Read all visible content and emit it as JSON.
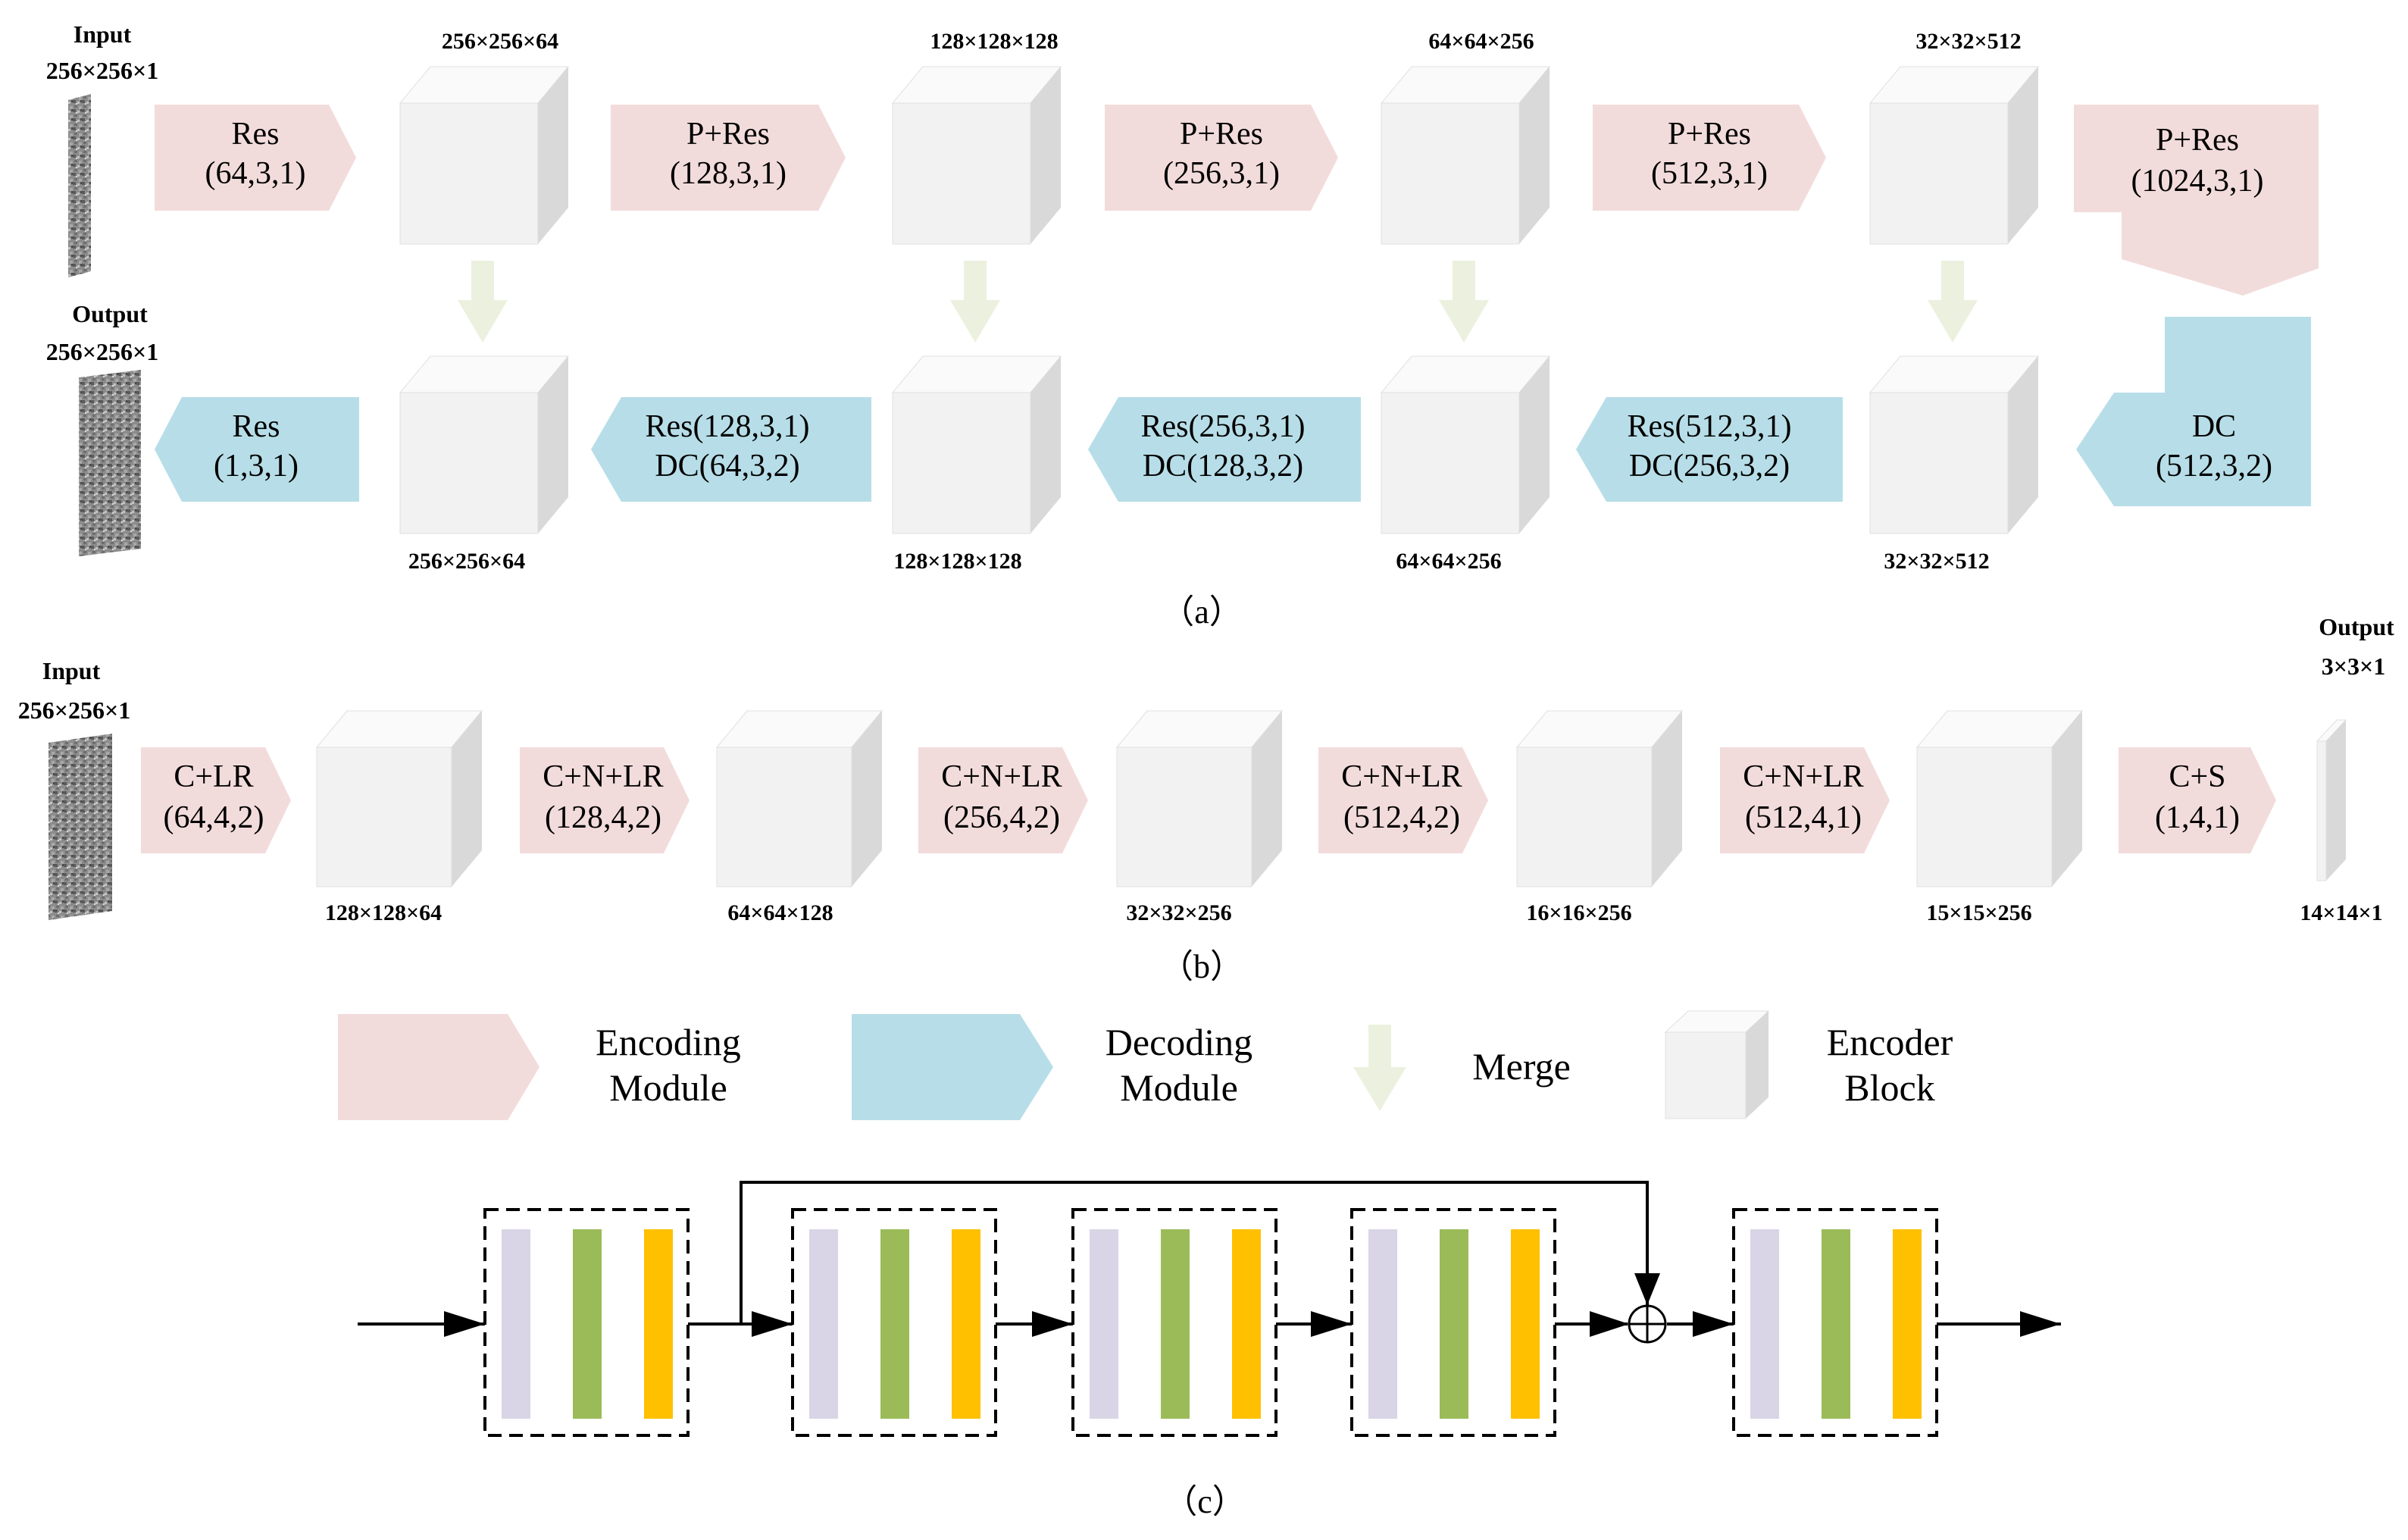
{
  "colors": {
    "encoding": "#f2dcdb",
    "decoding": "#b7dee8",
    "merge": "#ebf1de",
    "cube_front": "#f2f2f2",
    "cube_side": "#d9d9d9",
    "cube_top": "#fafafa",
    "layer_lavender": "#d9d4e6",
    "layer_green": "#9bbb59",
    "layer_yellow": "#ffc000"
  },
  "a": {
    "input_label": "Input",
    "input_dim": "256×256×1",
    "output_label": "Output",
    "output_dim": "256×256×1",
    "enc_modules": [
      {
        "l1": "Res",
        "l2": "(64,3,1)"
      },
      {
        "l1": "P+Res",
        "l2": "(128,3,1)"
      },
      {
        "l1": "P+Res",
        "l2": "(256,3,1)"
      },
      {
        "l1": "P+Res",
        "l2": "(512,3,1)"
      },
      {
        "l1": "P+Res",
        "l2": "(1024,3,1)"
      }
    ],
    "enc_dims": [
      "256×256×64",
      "128×128×128",
      "64×64×256",
      "32×32×512"
    ],
    "dec_modules": [
      {
        "l1": "Res",
        "l2": "(1,3,1)"
      },
      {
        "l1": "Res(128,3,1)",
        "l2": "DC(64,3,2)"
      },
      {
        "l1": "Res(256,3,1)",
        "l2": "DC(128,3,2)"
      },
      {
        "l1": "Res(512,3,1)",
        "l2": "DC(256,3,2)"
      },
      {
        "l1": "DC",
        "l2": "(512,3,2)"
      }
    ],
    "dec_dims": [
      "256×256×64",
      "128×128×128",
      "64×64×256",
      "32×32×512"
    ],
    "caption": "（a）"
  },
  "b": {
    "input_label": "Input",
    "input_dim": "256×256×1",
    "output_label": "Output",
    "output_dim": "3×3×1",
    "modules": [
      {
        "l1": "C+LR",
        "l2": "(64,4,2)"
      },
      {
        "l1": "C+N+LR",
        "l2": "(128,4,2)"
      },
      {
        "l1": "C+N+LR",
        "l2": "(256,4,2)"
      },
      {
        "l1": "C+N+LR",
        "l2": "(512,4,2)"
      },
      {
        "l1": "C+N+LR",
        "l2": "(512,4,1)"
      },
      {
        "l1": "C+S",
        "l2": "(1,4,1)"
      }
    ],
    "dims": [
      "128×128×64",
      "64×64×128",
      "32×32×256",
      "16×16×256",
      "15×15×256",
      "14×14×1"
    ],
    "caption": "（b）"
  },
  "legend": {
    "encoding_l1": "Encoding",
    "encoding_l2": "Module",
    "decoding_l1": "Decoding",
    "decoding_l2": "Module",
    "merge": "Merge",
    "encoder_l1": "Encoder",
    "encoder_l2": "Block"
  },
  "c": {
    "caption": "（c）"
  }
}
